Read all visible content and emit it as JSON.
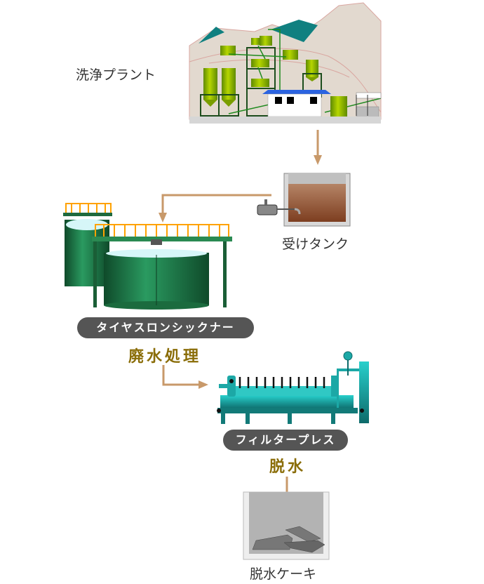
{
  "title": "Waste water treatment flow",
  "colors": {
    "arrow": "#c8996a",
    "pill_bg": "#555555",
    "process_text": "#8a6d08",
    "equipment_green": "#1f7a4a",
    "press_teal": "#1fb3b0",
    "plant_green": "#8fb800",
    "mountain_teal": "#108080",
    "sludge_brown": "#8a4a2a"
  },
  "stages": {
    "washing_plant": {
      "label": "洗浄プラント",
      "icon": "washing-plant-illustration"
    },
    "receiving_tank": {
      "label": "受けタンク",
      "icon": "receiving-tank-illustration"
    },
    "thickener": {
      "equipment_label": "タイヤスロンシックナー",
      "process_label": "廃水処理",
      "icon": "thickener-illustration"
    },
    "filter_press": {
      "equipment_label": "フィルタープレス",
      "process_label": "脱水",
      "icon": "filter-press-illustration"
    },
    "cake": {
      "label": "脱水ケーキ",
      "icon": "cake-bin-illustration"
    }
  }
}
